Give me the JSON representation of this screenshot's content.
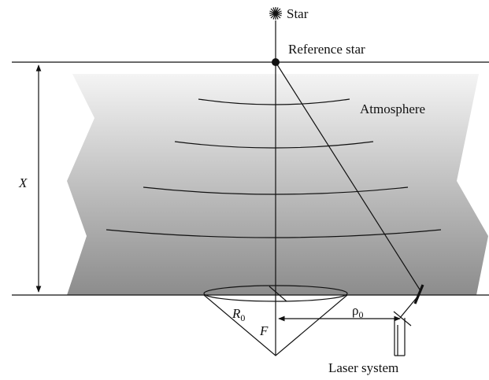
{
  "labels": {
    "star": "Star",
    "reference_star": "Reference star",
    "atmosphere": "Atmosphere",
    "x": "X",
    "r0_base": "R",
    "r0_sub": "0",
    "f": "F",
    "rho0_base": "ρ",
    "rho0_sub": "0",
    "laser_system": "Laser system"
  },
  "colors": {
    "atmosphere_top": "#f4f4f4",
    "atmosphere_bottom": "#8c8c8c",
    "line": "#111111"
  },
  "icons": {
    "star": "star-burst-icon",
    "reference_star": "filled-dot-icon",
    "mirror": "mirror-icon"
  }
}
